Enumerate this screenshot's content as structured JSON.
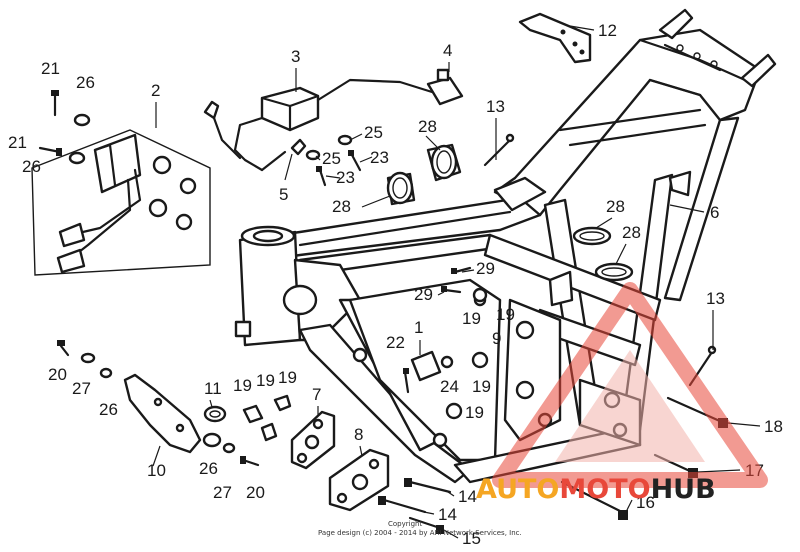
{
  "callouts": [
    {
      "id": "c1",
      "text": "1"
    },
    {
      "id": "c2",
      "text": "2"
    },
    {
      "id": "c3",
      "text": "3"
    },
    {
      "id": "c4",
      "text": "4"
    },
    {
      "id": "c5",
      "text": "5"
    },
    {
      "id": "c6",
      "text": "6"
    },
    {
      "id": "c7",
      "text": "7"
    },
    {
      "id": "c8",
      "text": "8"
    },
    {
      "id": "c9",
      "text": "9"
    },
    {
      "id": "c10",
      "text": "10"
    },
    {
      "id": "c11",
      "text": "11"
    },
    {
      "id": "c12",
      "text": "12"
    },
    {
      "id": "c13a",
      "text": "13"
    },
    {
      "id": "c13b",
      "text": "13"
    },
    {
      "id": "c14a",
      "text": "14"
    },
    {
      "id": "c14b",
      "text": "14"
    },
    {
      "id": "c15",
      "text": "15"
    },
    {
      "id": "c16",
      "text": "16"
    },
    {
      "id": "c17",
      "text": "17"
    },
    {
      "id": "c18",
      "text": "18"
    },
    {
      "id": "c19a",
      "text": "19"
    },
    {
      "id": "c19b",
      "text": "19"
    },
    {
      "id": "c19c",
      "text": "19"
    },
    {
      "id": "c19d",
      "text": "19"
    },
    {
      "id": "c19e",
      "text": "19"
    },
    {
      "id": "c19f",
      "text": "19"
    },
    {
      "id": "c19g",
      "text": "19"
    },
    {
      "id": "c20a",
      "text": "20"
    },
    {
      "id": "c20b",
      "text": "20"
    },
    {
      "id": "c21a",
      "text": "21"
    },
    {
      "id": "c21b",
      "text": "21"
    },
    {
      "id": "c22",
      "text": "22"
    },
    {
      "id": "c23a",
      "text": "23"
    },
    {
      "id": "c23b",
      "text": "23"
    },
    {
      "id": "c24",
      "text": "24"
    },
    {
      "id": "c25a",
      "text": "25"
    },
    {
      "id": "c25b",
      "text": "25"
    },
    {
      "id": "c26a",
      "text": "26"
    },
    {
      "id": "c26b",
      "text": "26"
    },
    {
      "id": "c26c",
      "text": "26"
    },
    {
      "id": "c26d",
      "text": "26"
    },
    {
      "id": "c27a",
      "text": "27"
    },
    {
      "id": "c27b",
      "text": "27"
    },
    {
      "id": "c28a",
      "text": "28"
    },
    {
      "id": "c28b",
      "text": "28"
    },
    {
      "id": "c28c",
      "text": "28"
    },
    {
      "id": "c28d",
      "text": "28"
    },
    {
      "id": "c29a",
      "text": "29"
    },
    {
      "id": "c29b",
      "text": "29"
    }
  ],
  "copyright": {
    "line1": "Copyright",
    "line2": "Page design (c) 2004 - 2014 by ARI Network Services, Inc."
  },
  "watermark": {
    "part1": "AUTO",
    "part2": "MOTO",
    "part3": "HUB",
    "red": "#e8483a",
    "orange": "#f5a623",
    "dark": "#222222"
  }
}
